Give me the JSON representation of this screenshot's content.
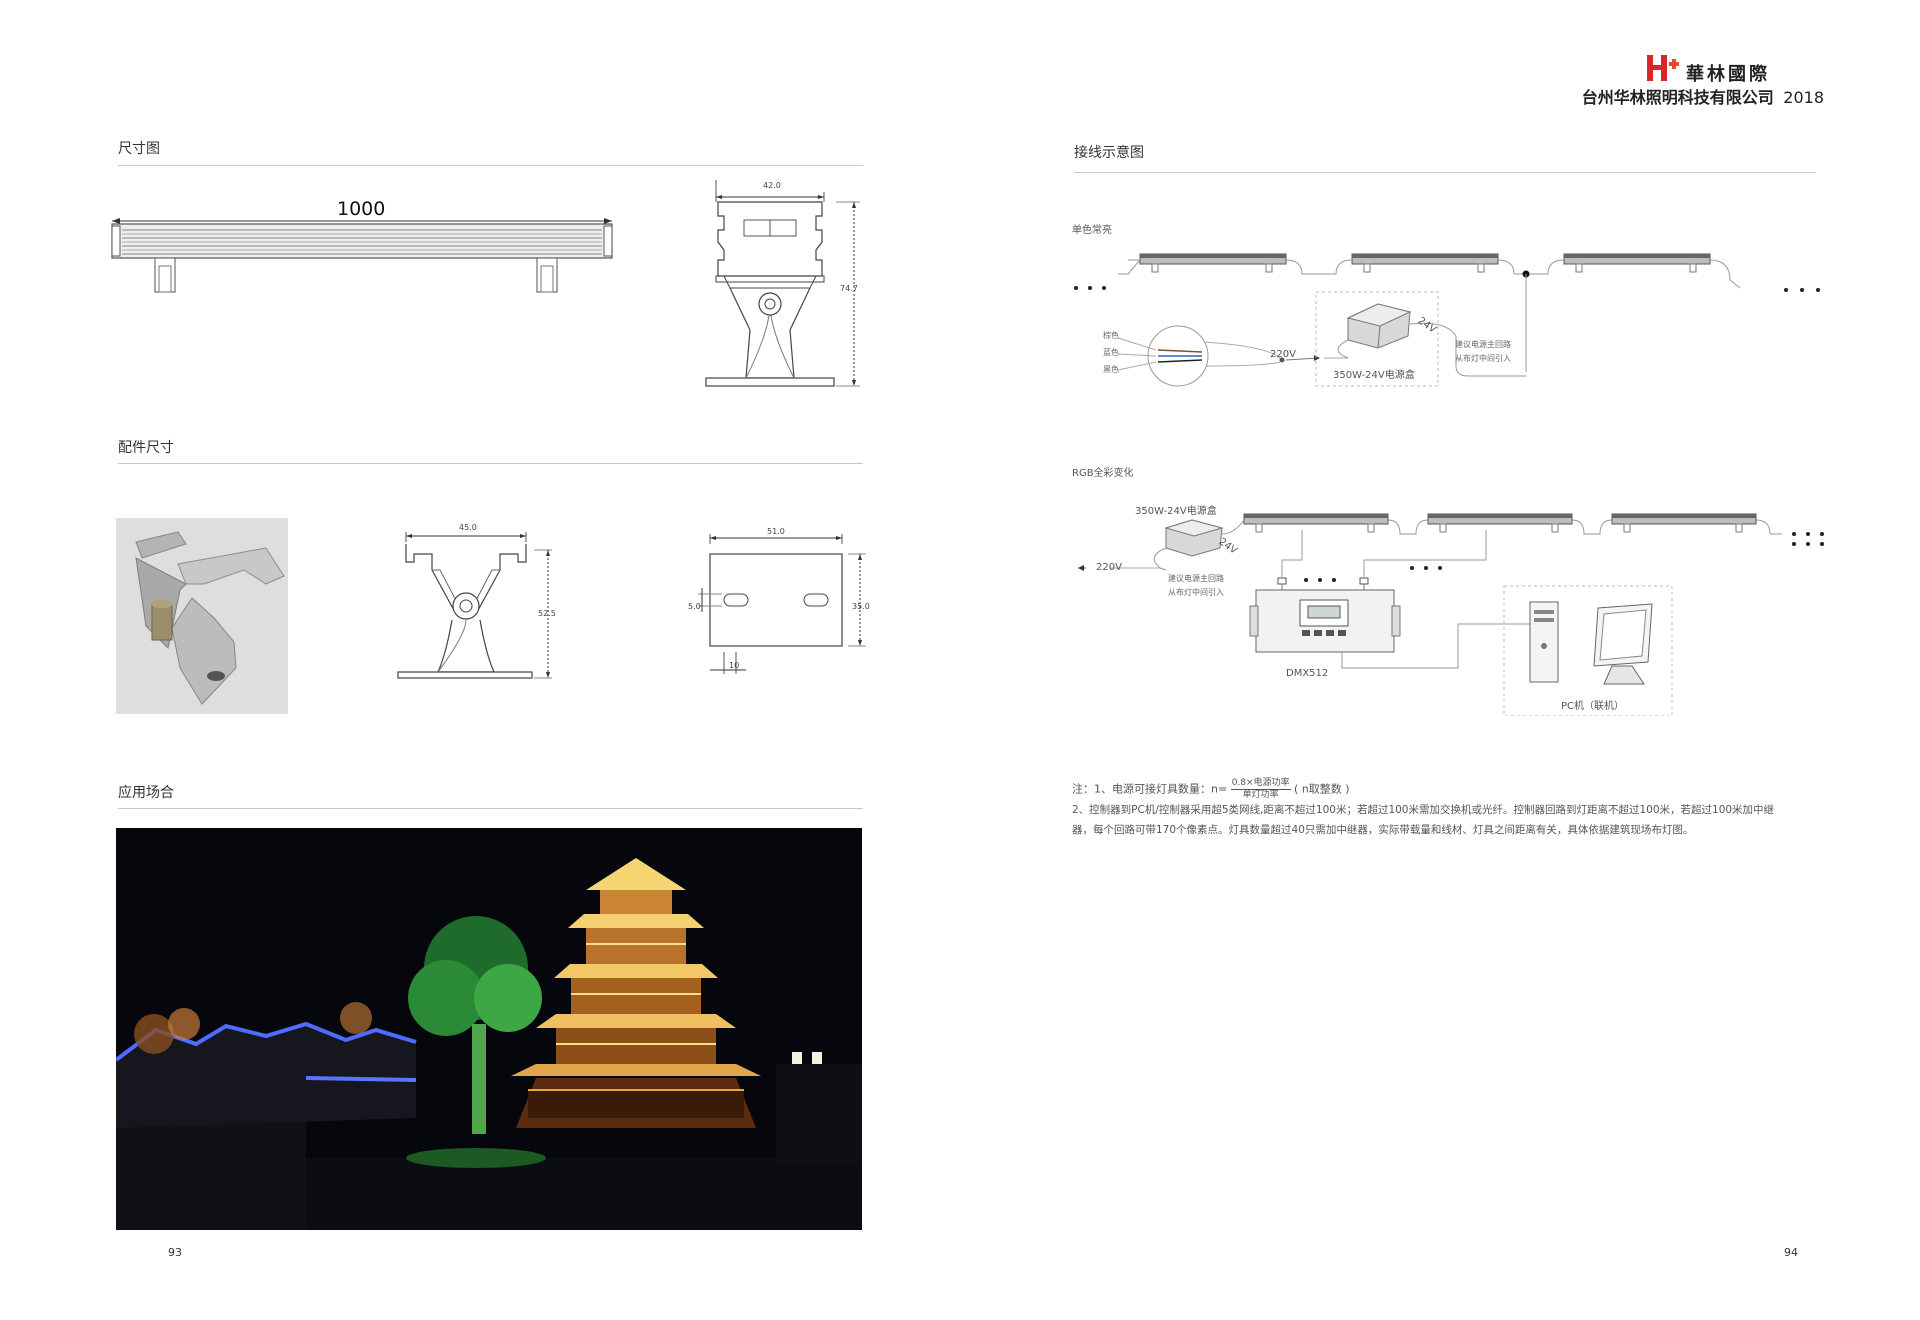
{
  "header": {
    "brand_cn": "華林國際",
    "company": "台州华林照明科技有限公司",
    "year": "2018"
  },
  "left": {
    "dimension_title": "尺寸图",
    "bar_length": "1000",
    "end_width": "42.0",
    "end_height": "74.7",
    "accessory_title": "配件尺寸",
    "bracket_width": "45.0",
    "bracket_height": "52.5",
    "plate_width": "51.0",
    "plate_height": "35.0",
    "plate_hole": "5.0",
    "plate_offset": "10",
    "application_title": "应用场合",
    "page_number": "93"
  },
  "right": {
    "wiring_title": "接线示意图",
    "mono_title": "单色常亮",
    "wire_brown": "棕色",
    "wire_blue": "蓝色",
    "wire_black": "黑色",
    "v220": "220V",
    "v24": "24V",
    "psu_label": "350W-24V电源盒",
    "advice_line1": "建议电源主回路",
    "advice_line2": "从布灯中间引入",
    "rgb_title": "RGB全彩变化",
    "dmx_label": "DMX512",
    "pc_label": "PC机（联机）",
    "note_prefix": "注：1、电源可接灯具数量：n=",
    "frac_num": "0.8×电源功率",
    "frac_den": "单灯功率",
    "note_suffix": "( n取整数 )",
    "note2_line1": "2、控制器到PC机/控制器采用超5类网线,距离不超过100米；若超过100米需加交换机或光纤。控制器回路到灯距离不超过100米，若超过100米加中继",
    "note2_line2": "器，每个回路可带170个像素点。灯具数量超过40只需加中继器，实际带载量和线材、灯具之间距离有关，具体依据建筑现场布灯图。",
    "page_number": "94"
  },
  "colors": {
    "logo_red": "#d9262b",
    "text_dark": "#222222",
    "rule": "#c8c8c8"
  }
}
